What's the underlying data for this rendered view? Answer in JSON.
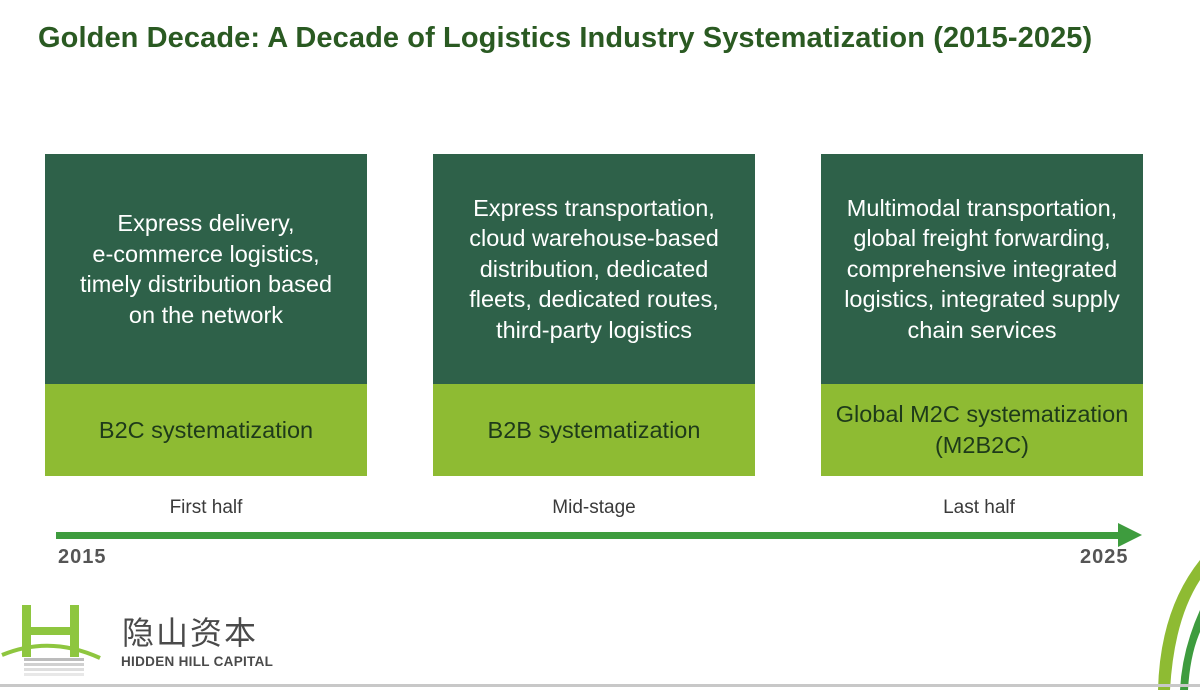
{
  "title": "Golden Decade: A Decade of Logistics Industry Systematization (2015-2025)",
  "stages": [
    {
      "description": "Express delivery,\ne-commerce logistics,\ntimely distribution based\non the network",
      "label": "B2C systematization",
      "phase": "First half"
    },
    {
      "description": "Express transportation,\ncloud warehouse-based\ndistribution, dedicated\nfleets, dedicated routes,\nthird-party logistics",
      "label": "B2B systematization",
      "phase": "Mid-stage"
    },
    {
      "description": "Multimodal transportation,\nglobal freight forwarding,\ncomprehensive integrated\nlogistics, integrated supply\nchain services",
      "label": "Global M2C systematization\n(M2B2C)",
      "phase": "Last half"
    }
  ],
  "timeline": {
    "start_year": "2015",
    "end_year": "2025"
  },
  "brand": {
    "name_cn": "隐山资本",
    "name_en": "HIDDEN HILL CAPITAL"
  },
  "colors": {
    "title": "#2a5a22",
    "card_dark": "#2e6149",
    "card_light": "#8ebb33",
    "arrow": "#3e9c3e",
    "logo_green": "#8ec63f"
  }
}
